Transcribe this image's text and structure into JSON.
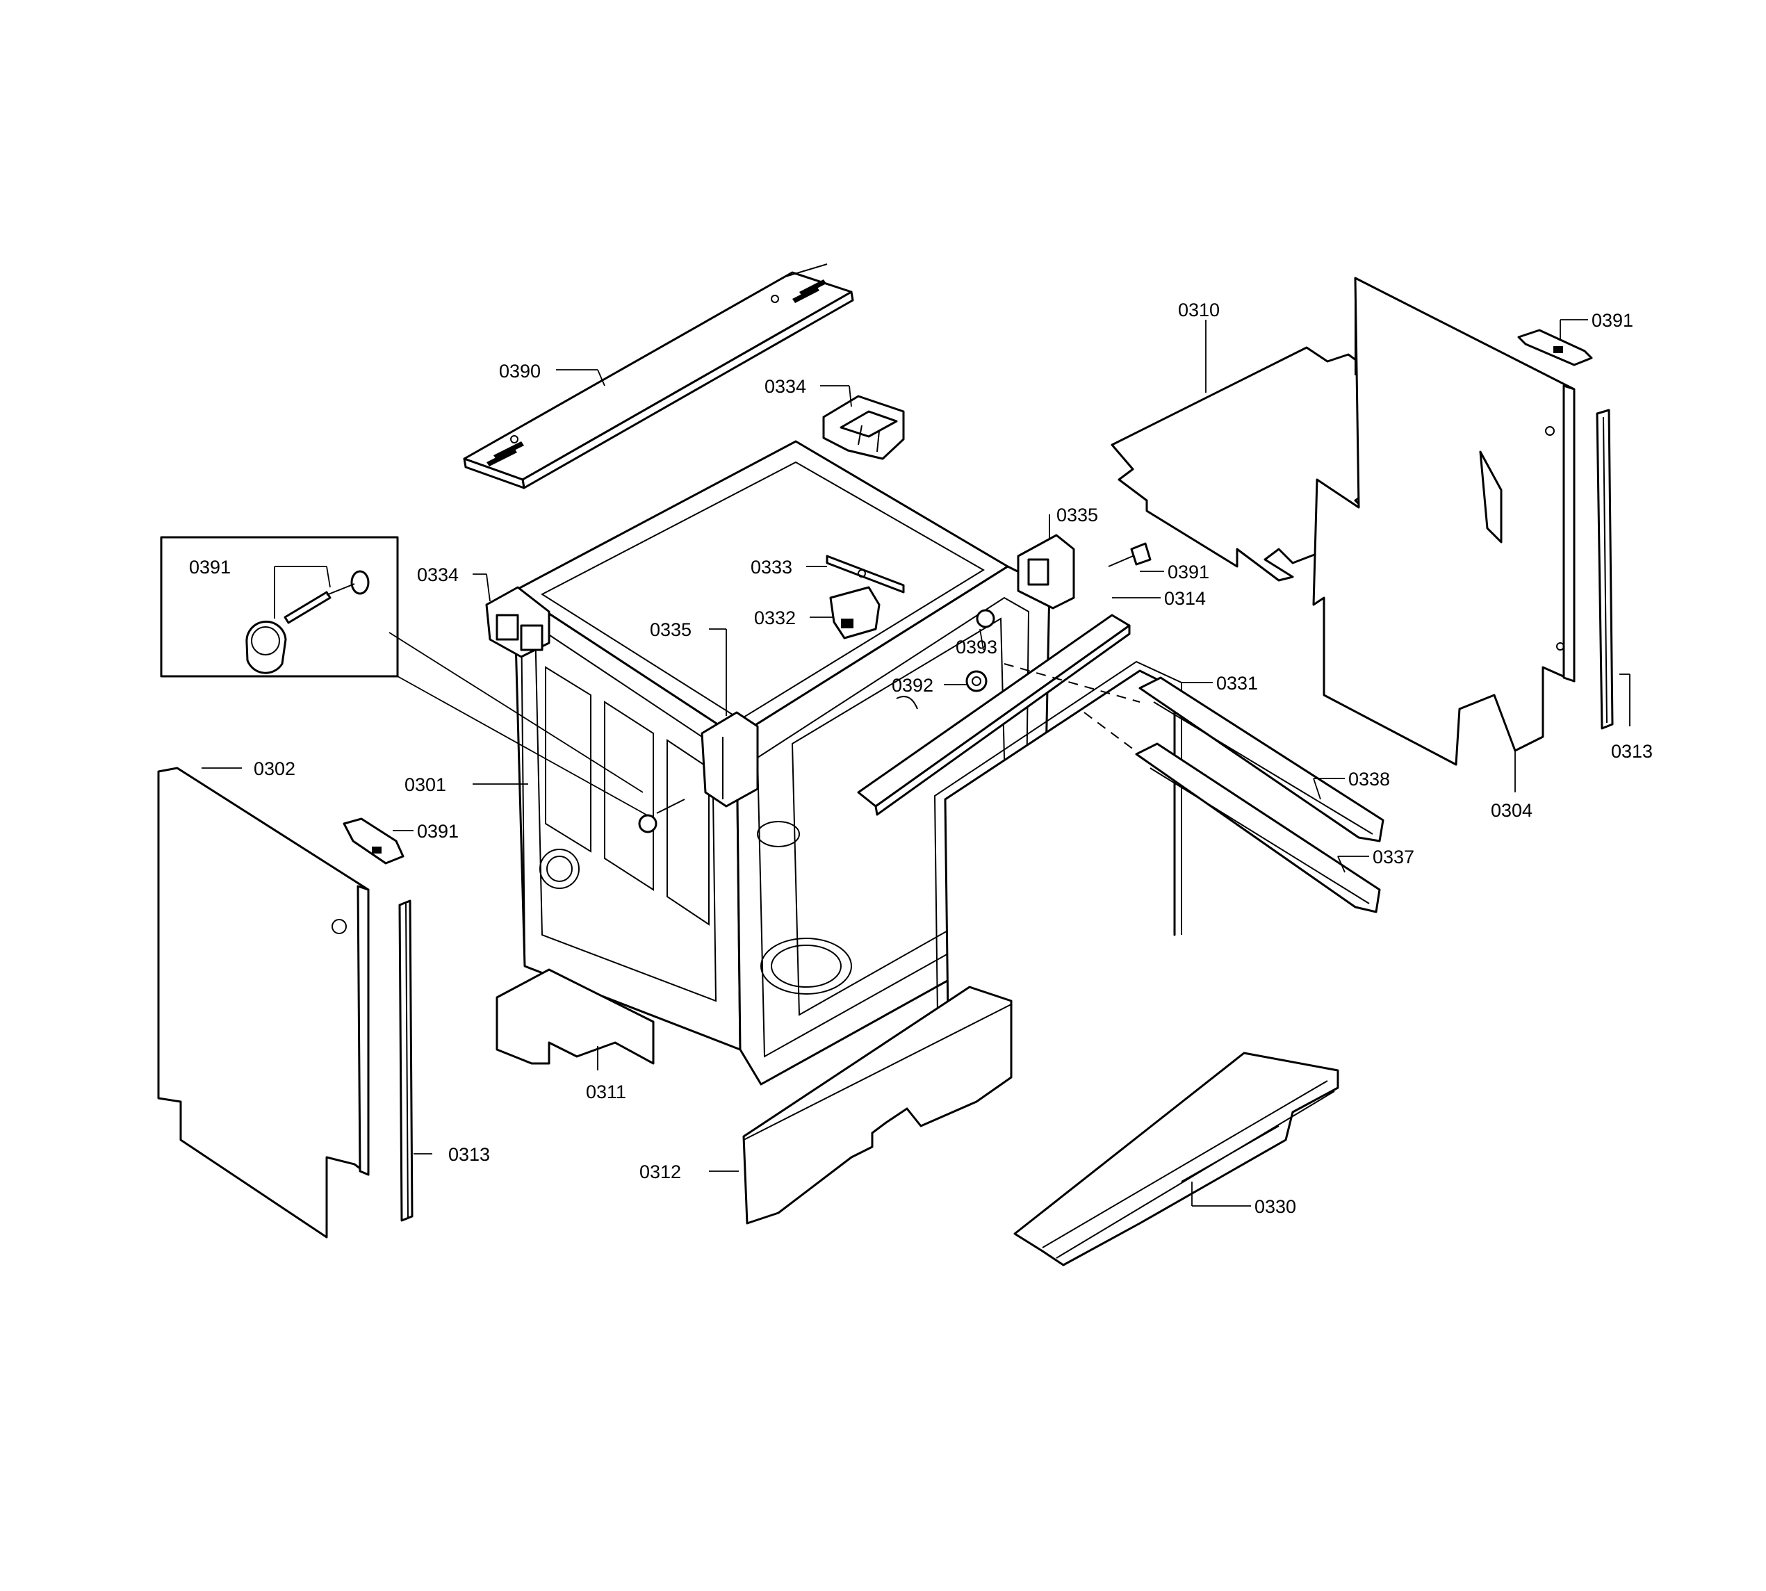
{
  "diagram": {
    "callouts": {
      "c0390": "0390",
      "c0334a": "0334",
      "c0334b": "0334",
      "c0335a": "0335",
      "c0335b": "0335",
      "c0333": "0333",
      "c0332": "0332",
      "c0393": "0393",
      "c0392": "0392",
      "c0314": "0314",
      "c0331": "0331",
      "c0338": "0338",
      "c0337": "0337",
      "c0310": "0310",
      "c0391_tr": "0391",
      "c0391_mid": "0391",
      "c0391_box": "0391",
      "c0391_left": "0391",
      "c0313_right": "0313",
      "c0313_left": "0313",
      "c0304": "0304",
      "c0302": "0302",
      "c0301": "0301",
      "c0311": "0311",
      "c0312": "0312",
      "c0330": "0330"
    }
  }
}
